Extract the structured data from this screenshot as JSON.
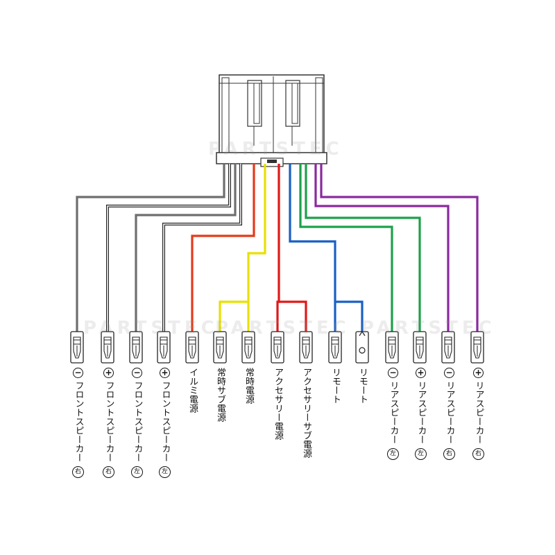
{
  "watermark": "PARTSTEC",
  "pins": [
    {
      "id": "fr-r-minus",
      "symbol": "−",
      "label": "フロントスピーカー",
      "side": "右",
      "color": "#6e6e6e"
    },
    {
      "id": "fr-r-plus",
      "symbol": "+",
      "label": "フロントスピーカー",
      "side": "右",
      "color": "#6e6e6e"
    },
    {
      "id": "fr-l-minus",
      "symbol": "−",
      "label": "フロントスピーカー",
      "side": "左",
      "color": "#6e6e6e"
    },
    {
      "id": "fr-l-plus",
      "symbol": "+",
      "label": "フロントスピーカー",
      "side": "左",
      "color": "#6e6e6e"
    },
    {
      "id": "illumi",
      "symbol": "",
      "label": "イルミ電源",
      "side": "",
      "color": "#e43a1a"
    },
    {
      "id": "const-sub",
      "symbol": "",
      "label": "常時サブ電源",
      "side": "",
      "color": "#e8e000"
    },
    {
      "id": "const",
      "symbol": "",
      "label": "常時電源",
      "side": "",
      "color": "#e8e000"
    },
    {
      "id": "acc",
      "symbol": "",
      "label": "アクセサリー電源",
      "side": "",
      "color": "#e01818"
    },
    {
      "id": "acc-sub",
      "symbol": "",
      "label": "アクセサリーサブ電源",
      "side": "",
      "color": "#e01818"
    },
    {
      "id": "remote-1",
      "symbol": "",
      "label": "リモート",
      "side": "",
      "color": "#1a5fc4"
    },
    {
      "id": "remote-2",
      "symbol": "",
      "label": "リモート",
      "side": "",
      "color": "#1a5fc4"
    },
    {
      "id": "rr-l-minus",
      "symbol": "−",
      "label": "リアスピーカー",
      "side": "左",
      "color": "#1ea04a"
    },
    {
      "id": "rr-l-plus",
      "symbol": "+",
      "label": "リアスピーカー",
      "side": "左",
      "color": "#1ea04a"
    },
    {
      "id": "rr-r-minus",
      "symbol": "−",
      "label": "リアスピーカー",
      "side": "右",
      "color": "#8a2a9e"
    },
    {
      "id": "rr-r-plus",
      "symbol": "+",
      "label": "リアスピーカー",
      "side": "右",
      "color": "#8a2a9e"
    }
  ]
}
